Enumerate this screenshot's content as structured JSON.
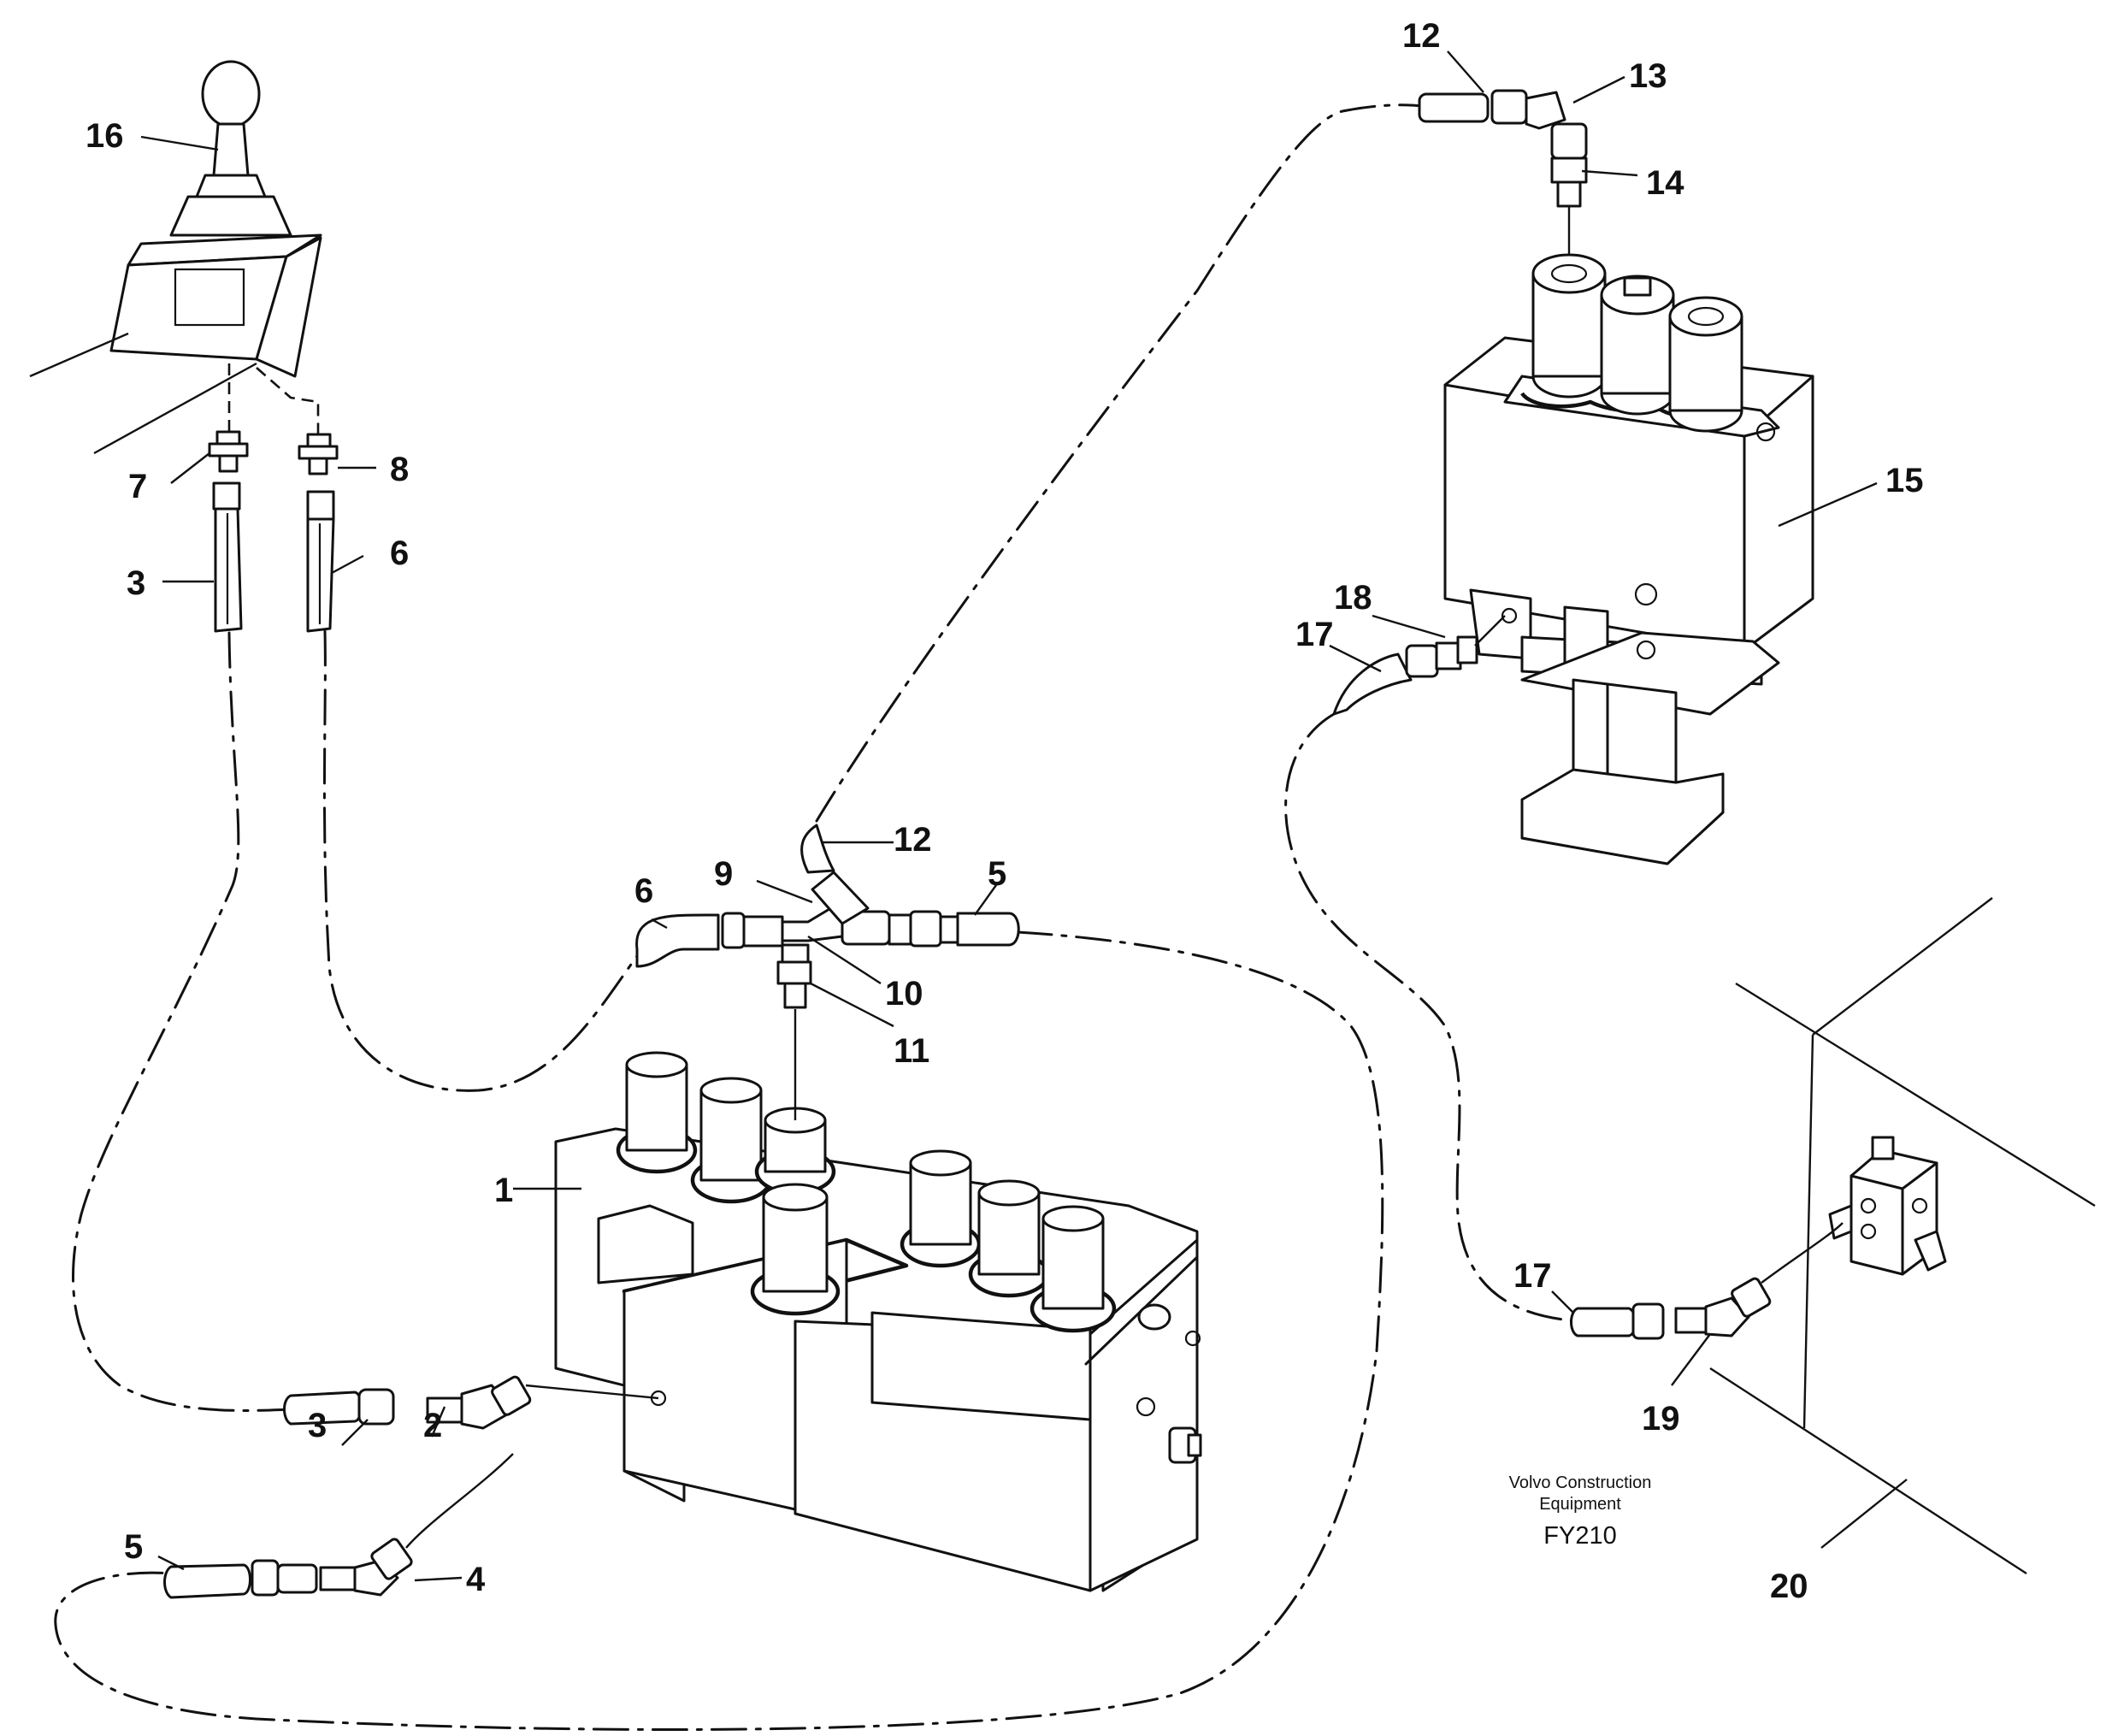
{
  "labels": {
    "l1": "1",
    "l2": "2",
    "l3a": "3",
    "l3b": "3",
    "l4": "4",
    "l5a": "5",
    "l5b": "5",
    "l6a": "6",
    "l6b": "6",
    "l7": "7",
    "l8": "8",
    "l9": "9",
    "l10": "10",
    "l11": "11",
    "l12a": "12",
    "l12b": "12",
    "l13": "13",
    "l14": "14",
    "l15": "15",
    "l16": "16",
    "l17a": "17",
    "l17b": "17",
    "l18": "18",
    "l19": "19",
    "l20": "20"
  },
  "caption": {
    "line1": "Volvo Construction",
    "line2": "Equipment",
    "code": "FY210"
  }
}
